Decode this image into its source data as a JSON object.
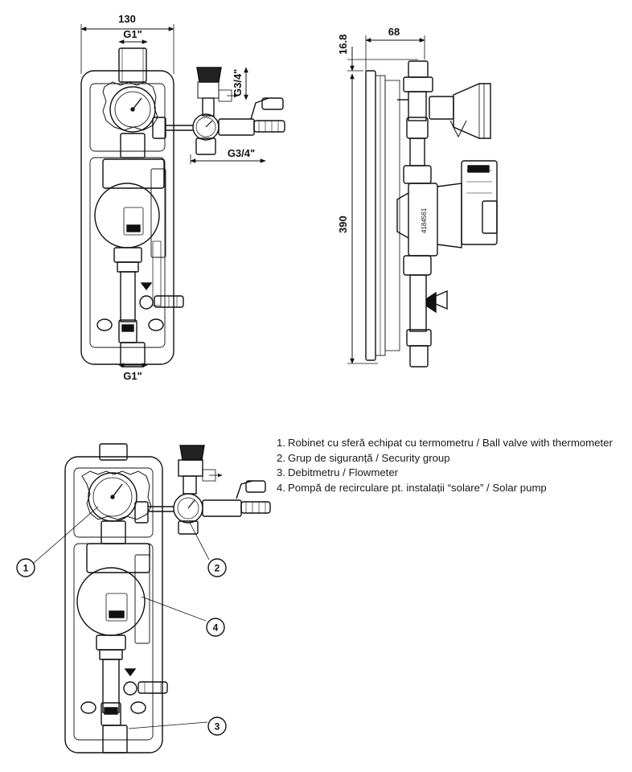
{
  "dimensions": {
    "width_total": "130",
    "thread_top": "G1\"",
    "thread_bottom": "G1\"",
    "thread_side": "G3/4\"",
    "thread_valve": "G3/4\"",
    "depth": "68",
    "offset": "16.8",
    "height": "390"
  },
  "pump_label": "4184561",
  "callouts": [
    "1",
    "2",
    "3",
    "4"
  ],
  "legend": [
    {
      "num": "1.",
      "text": "Robinet cu sferă echipat cu termometru / Ball valve with thermometer"
    },
    {
      "num": "2.",
      "text": "Grup de siguranță / Security group"
    },
    {
      "num": "3.",
      "text": "Debitmetru / Flowmeter"
    },
    {
      "num": "4.",
      "text": "Pompă de recirculare pt. instalații “solare” / Solar pump"
    }
  ]
}
